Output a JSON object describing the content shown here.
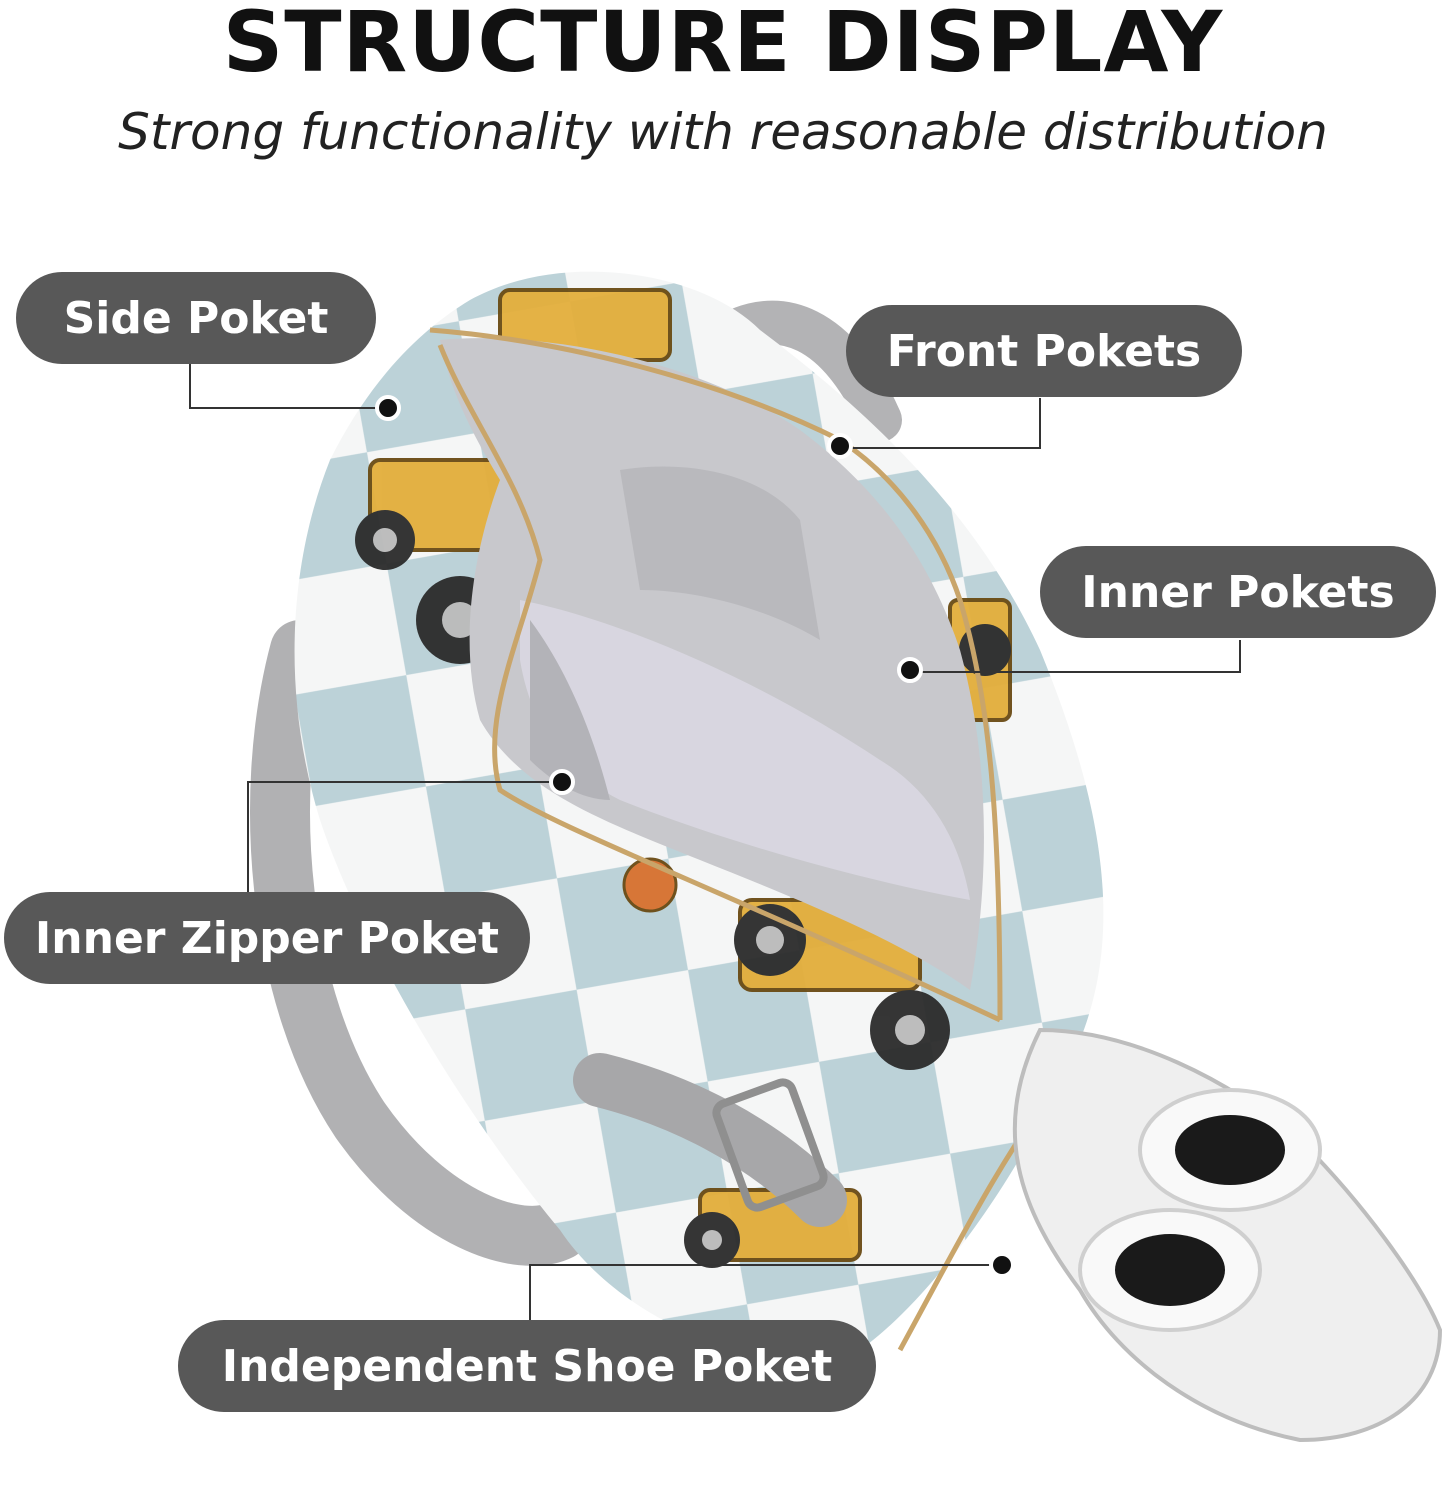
{
  "header": {
    "title": "STRUCTURE DISPLAY",
    "subtitle": "Strong functionality with reasonable distribution"
  },
  "callouts": {
    "side_poket": "Side Poket",
    "front_pokets": "Front Pokets",
    "inner_pokets": "Inner Pokets",
    "inner_zipper_poket": "Inner Zipper Poket",
    "shoe_poket": "Independent Shoe Poket"
  },
  "colors": {
    "pill_bg": "#585858",
    "pill_text": "#ffffff",
    "title": "#111111",
    "bag_blue": "#b9d0d6",
    "bag_white": "#f7f7f7",
    "lining_gray": "#c9c9cd",
    "strap_gray": "#a9a9a9",
    "vehicle_yellow": "#e3ae3b"
  }
}
